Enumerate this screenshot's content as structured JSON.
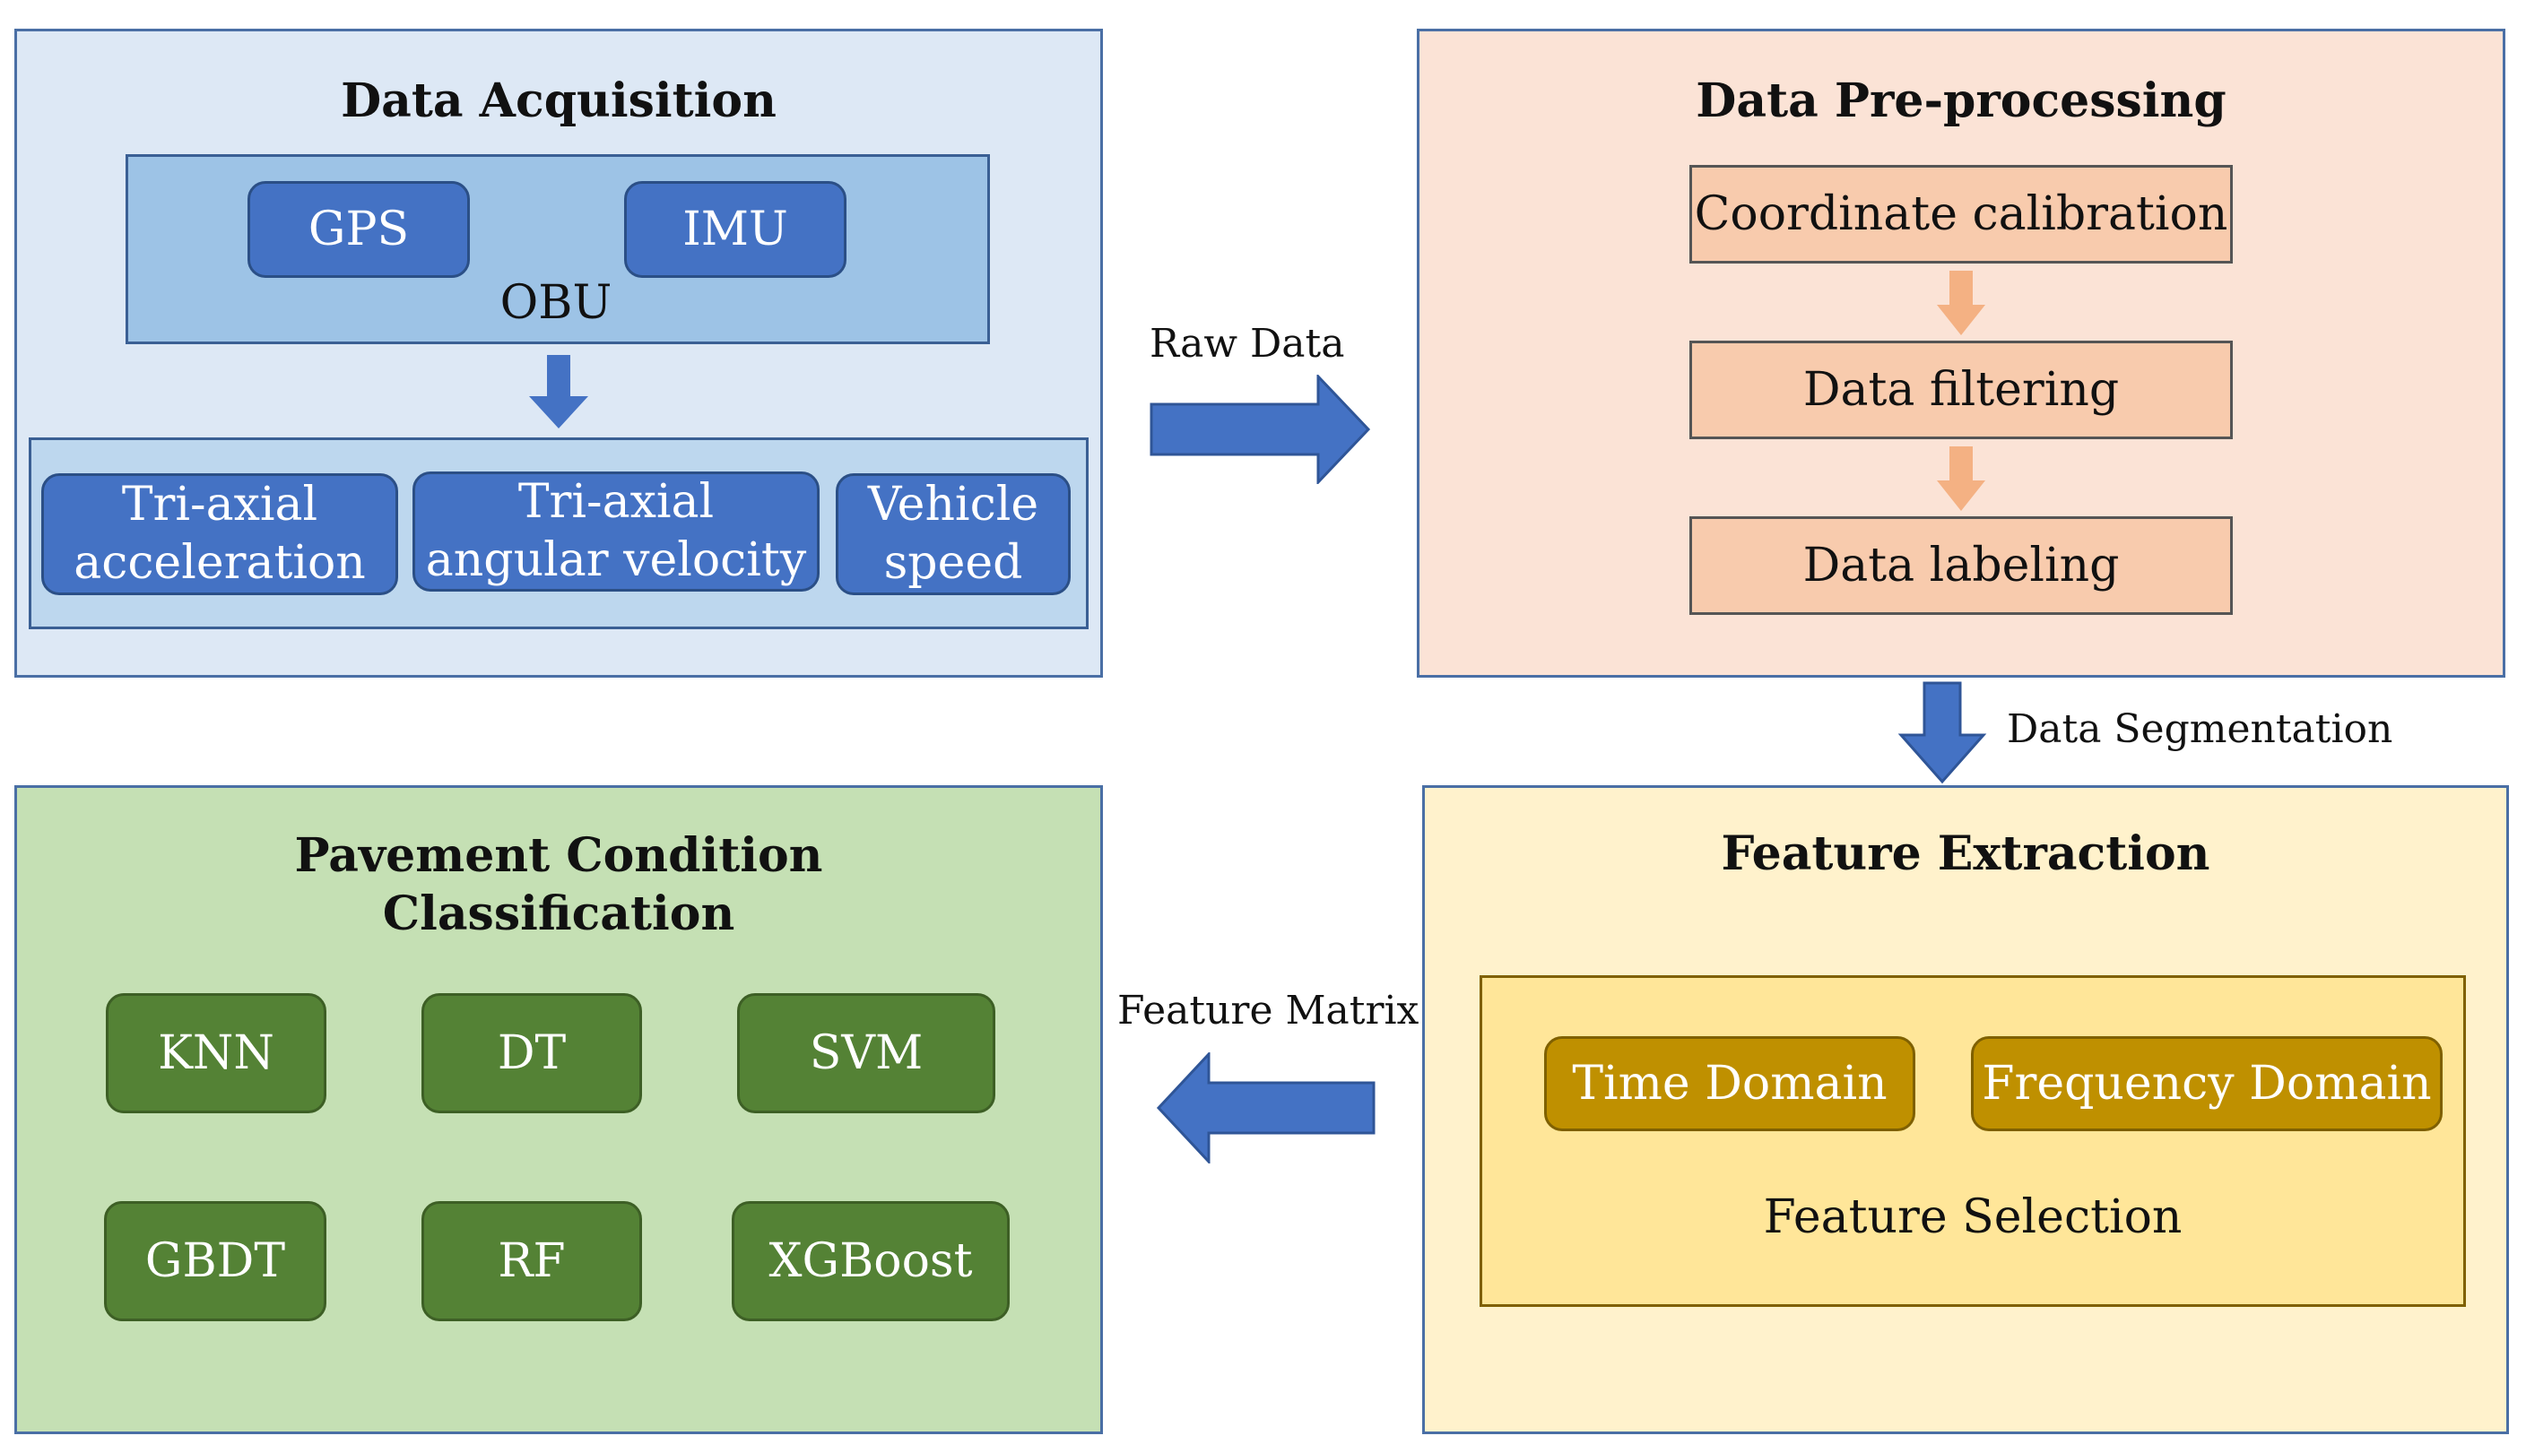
{
  "acquisition": {
    "title": "Data Acquisition",
    "obu_label": "OBU",
    "gps": "GPS",
    "imu": "IMU",
    "outputs": [
      "Tri-axial acceleration",
      "Tri-axial angular velocity",
      "Vehicle speed"
    ]
  },
  "preprocessing": {
    "title": "Data Pre-processing",
    "steps": [
      "Coordinate calibration",
      "Data filtering",
      "Data labeling"
    ]
  },
  "feature_extraction": {
    "title": "Feature Extraction",
    "time_domain": "Time Domain",
    "frequency_domain": "Frequency Domain",
    "selection": "Feature Selection"
  },
  "classification": {
    "title": "Pavement Condition Classification",
    "models": [
      "KNN",
      "DT",
      "SVM",
      "GBDT",
      "RF",
      "XGBoost"
    ]
  },
  "arrows": {
    "raw_data": "Raw Data",
    "data_segmentation": "Data Segmentation",
    "feature_matrix": "Feature Matrix"
  },
  "colors": {
    "acquisition_bg": "#dde8f5",
    "obu_bg": "#9dc3e6",
    "blue_chip": "#4472c4",
    "preprocessing_bg": "#fbe3d6",
    "peach_step": "#f8cbad",
    "orange_arrow": "#f4b183",
    "feature_bg": "#fff2cc",
    "feature_inner": "#ffe699",
    "gold_chip": "#bf9000",
    "classification_bg": "#c5e0b4",
    "green_chip": "#548235",
    "flow_arrow": "#4472c4"
  }
}
